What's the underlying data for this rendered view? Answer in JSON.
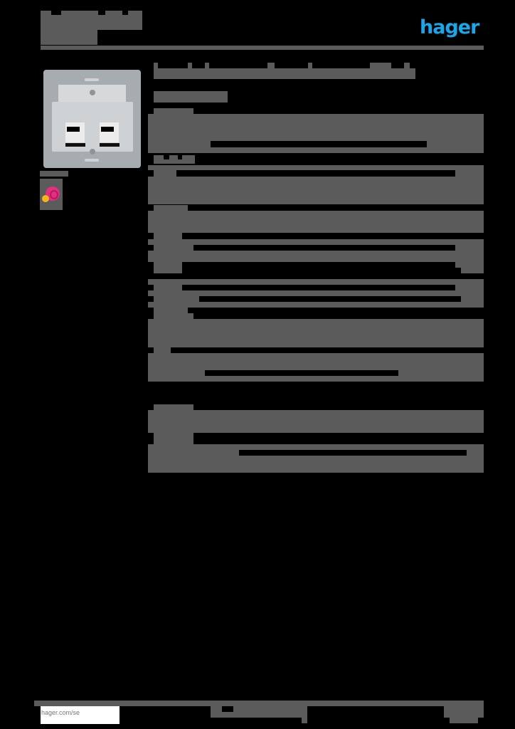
{
  "header": {
    "title_redacted": "",
    "logo_text": "hager",
    "logo_color": "#1aa6e8"
  },
  "product": {
    "image_alt": "double data outlet insert (RJ45)",
    "caption_redacted": ""
  },
  "content": {
    "title_redacted": "",
    "subtitle_redacted": "",
    "sections_redacted": []
  },
  "footer": {
    "website": "hager.com/se",
    "center_redacted": "",
    "page_redacted": ""
  },
  "colors": {
    "redaction": "#5a5b5a",
    "background": "#000000"
  }
}
